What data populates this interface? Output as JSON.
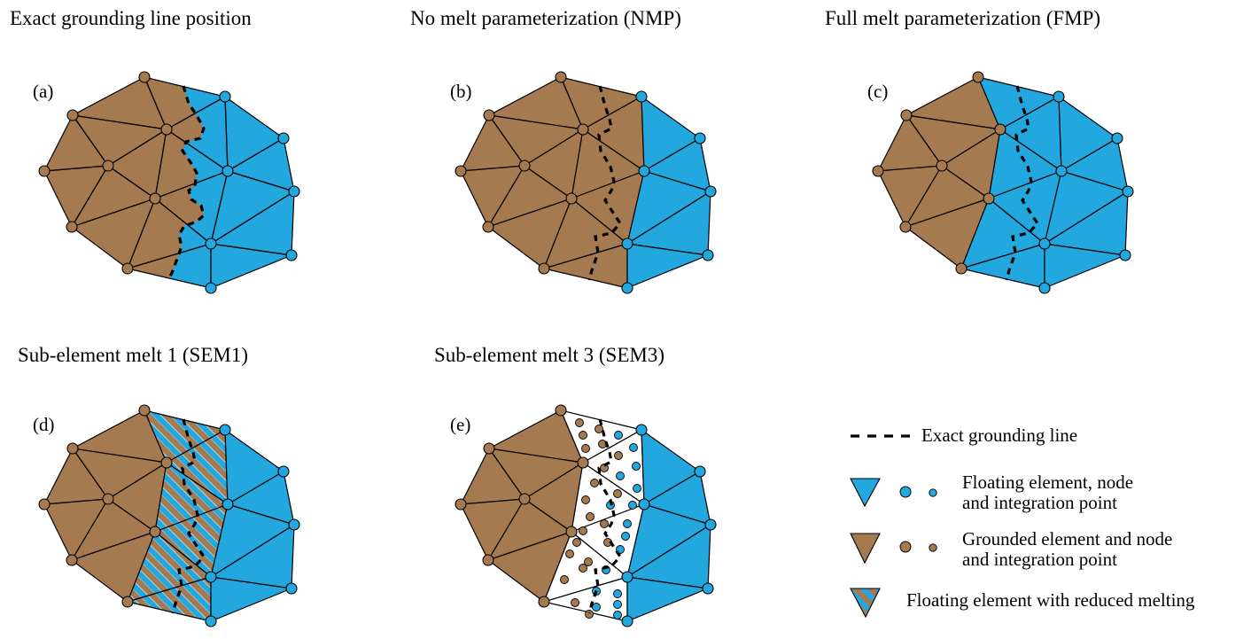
{
  "colors": {
    "floating": "#22a7df",
    "grounded": "#a57a50",
    "white": "#ffffff",
    "line": "#000000"
  },
  "panels": [
    {
      "id": "a",
      "label": "(a)",
      "title": "Exact grounding line position",
      "mode": "exact"
    },
    {
      "id": "b",
      "label": "(b)",
      "title": "No melt parameterization (NMP)",
      "mode": "nmp"
    },
    {
      "id": "c",
      "label": "(c)",
      "title": "Full melt parameterization (FMP)",
      "mode": "fmp"
    },
    {
      "id": "d",
      "label": "(d)",
      "title": "Sub-element melt 1 (SEM1)",
      "mode": "sem1"
    },
    {
      "id": "e",
      "label": "(e)",
      "title": "Sub-element melt 3 (SEM3)",
      "mode": "sem3"
    }
  ],
  "mesh": {
    "node_state": [
      "grounded",
      "grounded",
      "grounded",
      "grounded",
      "grounded",
      "grounded",
      "grounded",
      "grounded",
      "floating",
      "floating",
      "floating",
      "floating",
      "floating",
      "floating",
      "floating"
    ],
    "triangles": [
      [
        0,
        1,
        2
      ],
      [
        1,
        3,
        2
      ],
      [
        1,
        4,
        3
      ],
      [
        4,
        6,
        3
      ],
      [
        3,
        6,
        5
      ],
      [
        3,
        5,
        2
      ],
      [
        6,
        7,
        5
      ],
      [
        0,
        2,
        8
      ],
      [
        2,
        10,
        8
      ],
      [
        2,
        5,
        10
      ],
      [
        5,
        12,
        10
      ],
      [
        5,
        7,
        12
      ],
      [
        7,
        14,
        12
      ],
      [
        8,
        9,
        10
      ],
      [
        9,
        11,
        10
      ],
      [
        10,
        11,
        12
      ],
      [
        11,
        13,
        12
      ],
      [
        12,
        13,
        14
      ]
    ]
  },
  "legend": {
    "items": [
      {
        "key": "grounding-line",
        "symbol": "dashed-line",
        "text": [
          "Exact grounding line"
        ]
      },
      {
        "key": "floating",
        "symbol": "blue-triangle-node-point",
        "text": [
          "Floating element, node",
          "and integration point"
        ]
      },
      {
        "key": "grounded",
        "symbol": "brown-triangle-node-point",
        "text": [
          "Grounded element and node",
          "and integration point"
        ]
      },
      {
        "key": "reduced-melting",
        "symbol": "striped-triangle",
        "text": [
          "Floating element with reduced melting"
        ]
      }
    ]
  }
}
